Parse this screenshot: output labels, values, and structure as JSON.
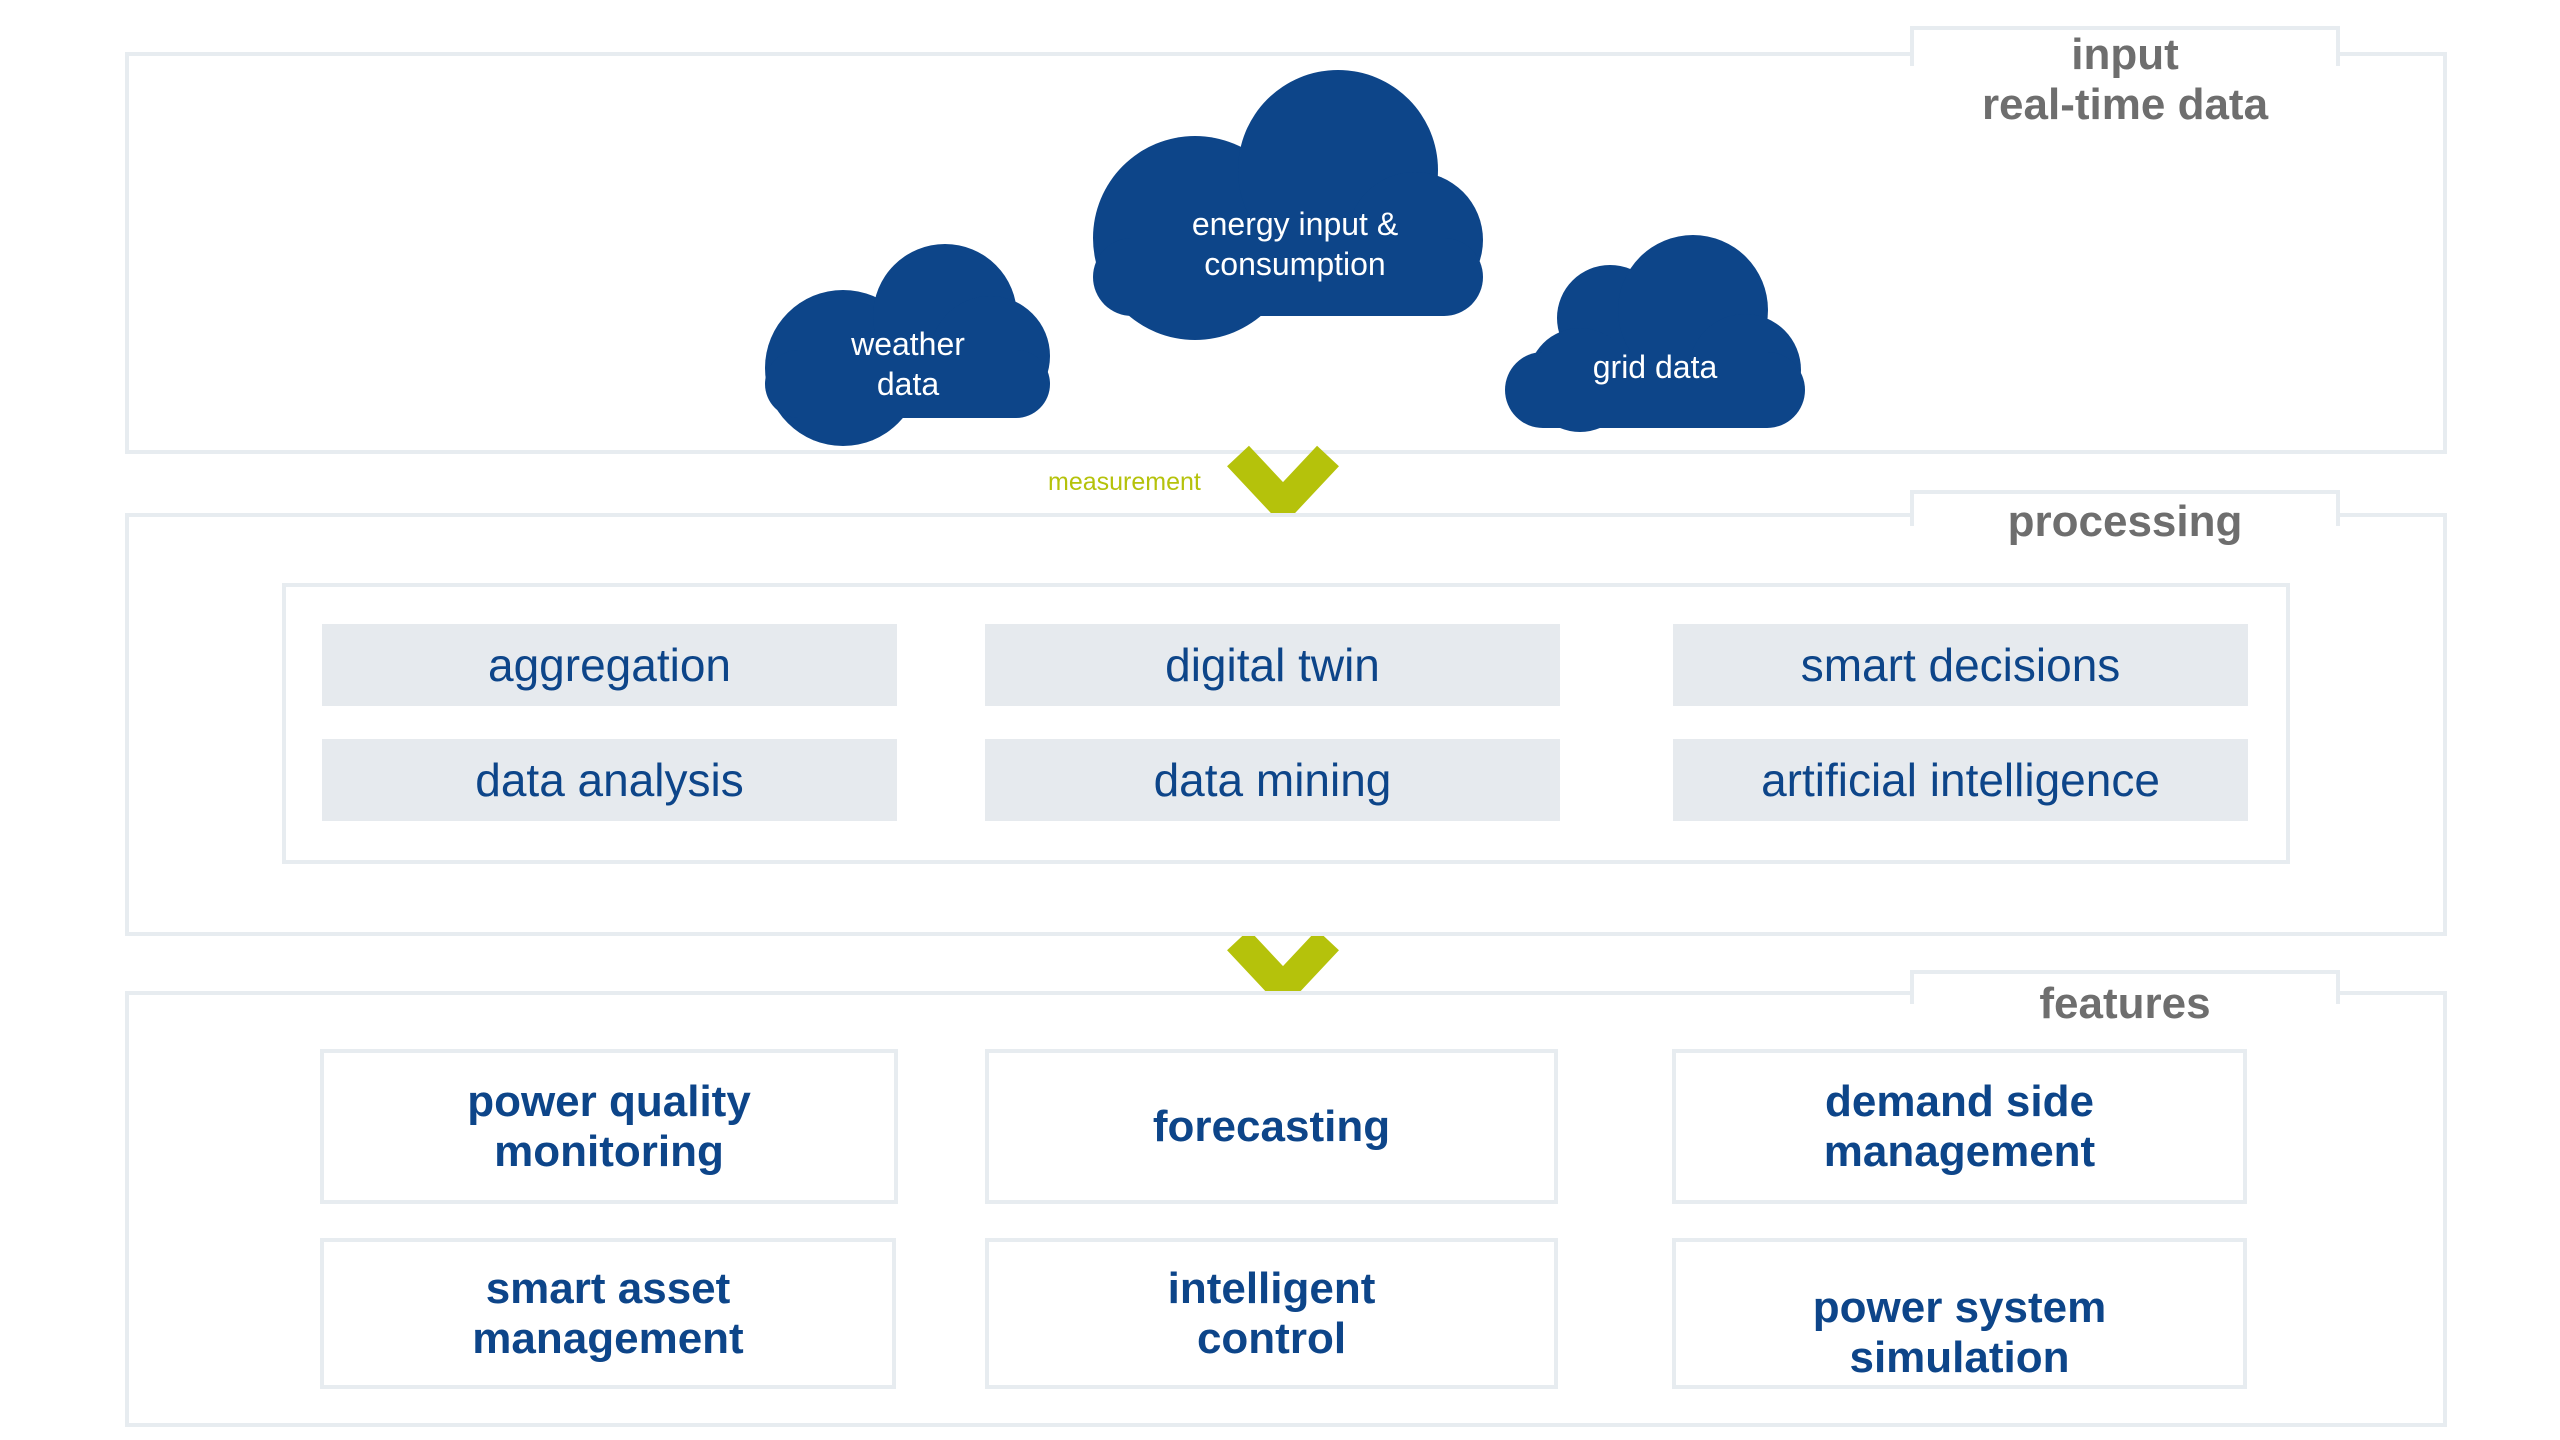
{
  "input": {
    "tab_label": "input\nreal-time data",
    "clouds": [
      {
        "label": "weather\ndata"
      },
      {
        "label": "energy input &\nconsumption"
      },
      {
        "label": "grid data"
      }
    ]
  },
  "measurement_label": "measurement",
  "processing": {
    "tab_label": "processing",
    "items": [
      "aggregation",
      "digital twin",
      "smart decisions",
      "data analysis",
      "data mining",
      "artificial intelligence"
    ]
  },
  "features": {
    "tab_label": "features",
    "items": [
      "power quality\nmonitoring",
      "forecasting",
      "demand side\nmanagement",
      "smart asset\nmanagement",
      "intelligent\ncontrol",
      "power system\nsimulation"
    ]
  },
  "colors": {
    "cloud": "#0d4589",
    "arrow": "#b5c20b",
    "frame": "#e7ecf0",
    "box_fill": "#e6eaee",
    "text_blue": "#0d4589",
    "label_gray": "#6e6e6e"
  },
  "icons": [
    "cloud-shape",
    "chevron-down-icon"
  ]
}
